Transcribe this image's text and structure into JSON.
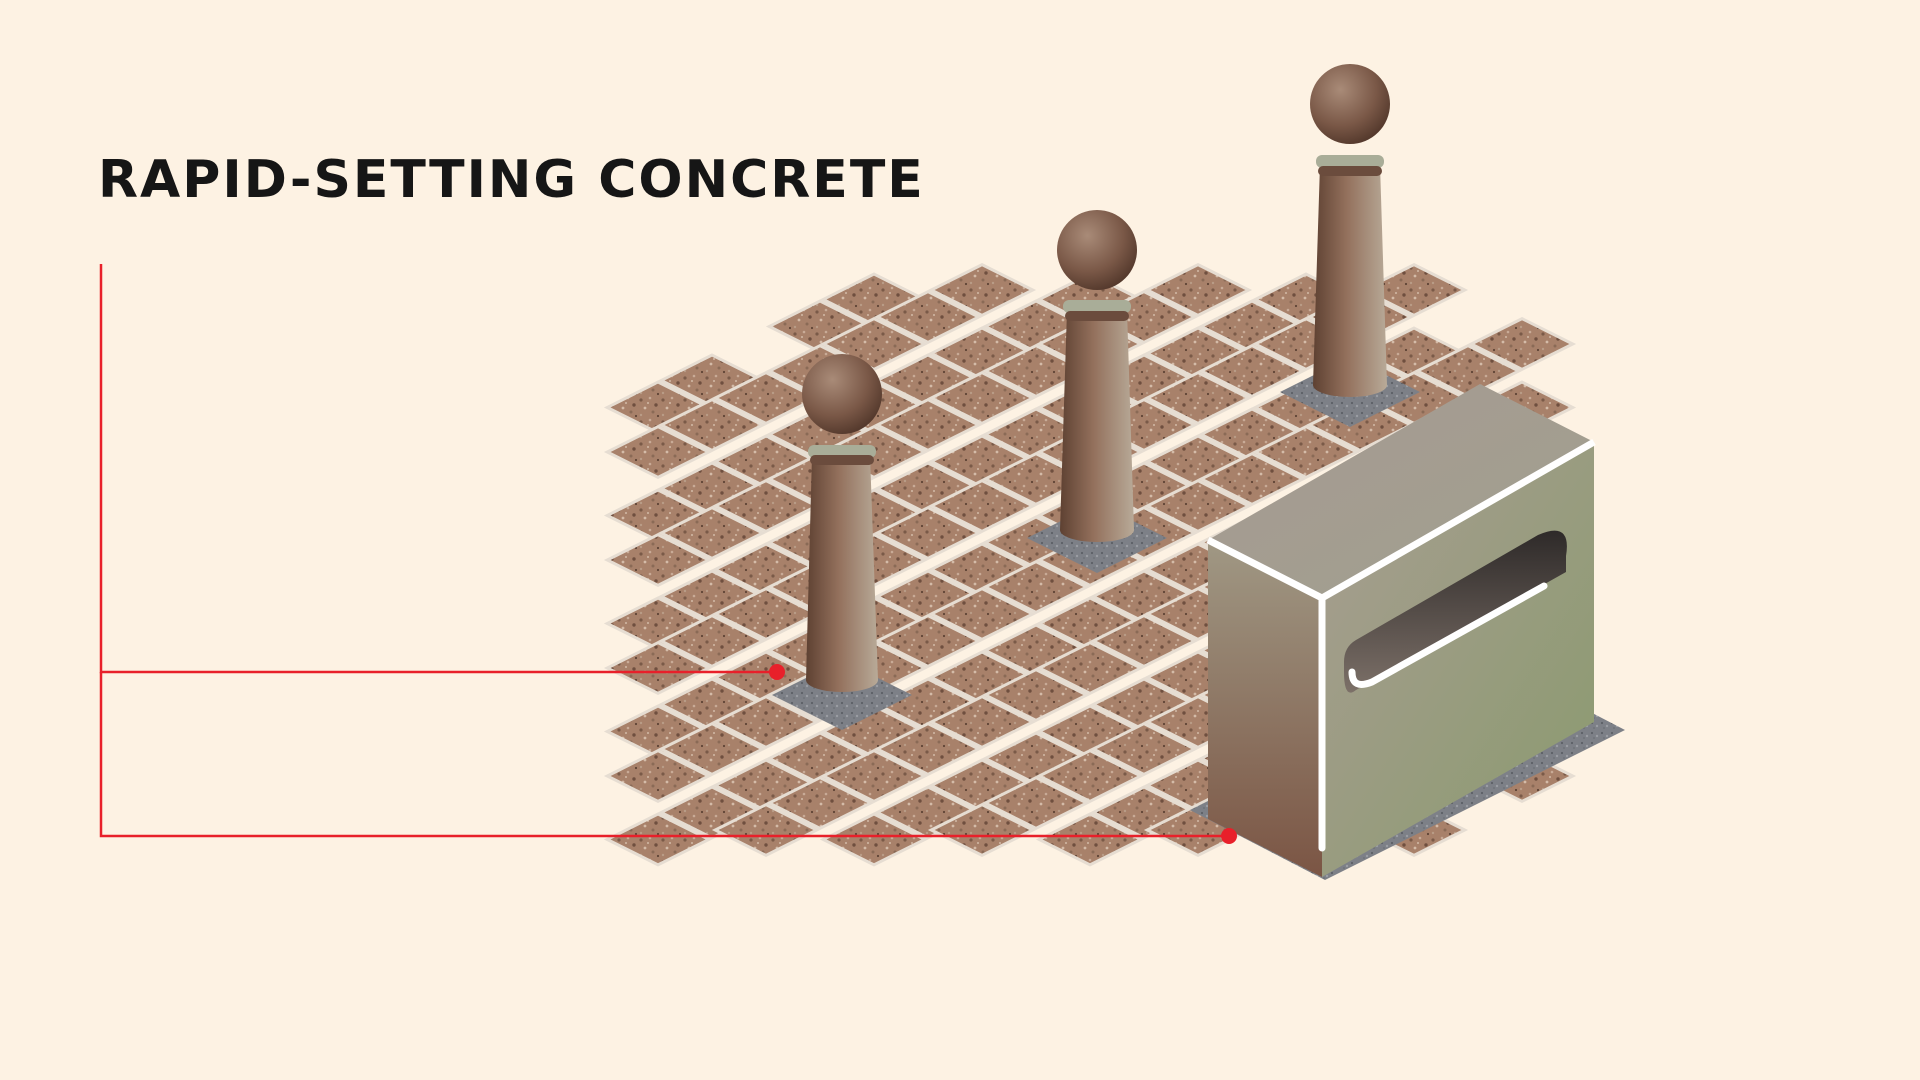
{
  "title": "RAPID-SETTING CONCRETE",
  "colors": {
    "background": "#fdf2e3",
    "title_text": "#161616",
    "callout": "#e8202a",
    "paving": "#a8816a",
    "joints": "#e6ddd2",
    "concrete_collar": "#7d8087",
    "bollard": "#7b5a47",
    "utility_box": "#9b9a80"
  },
  "callouts": [
    {
      "target": "bollard-base"
    },
    {
      "target": "utility-box-base"
    }
  ]
}
